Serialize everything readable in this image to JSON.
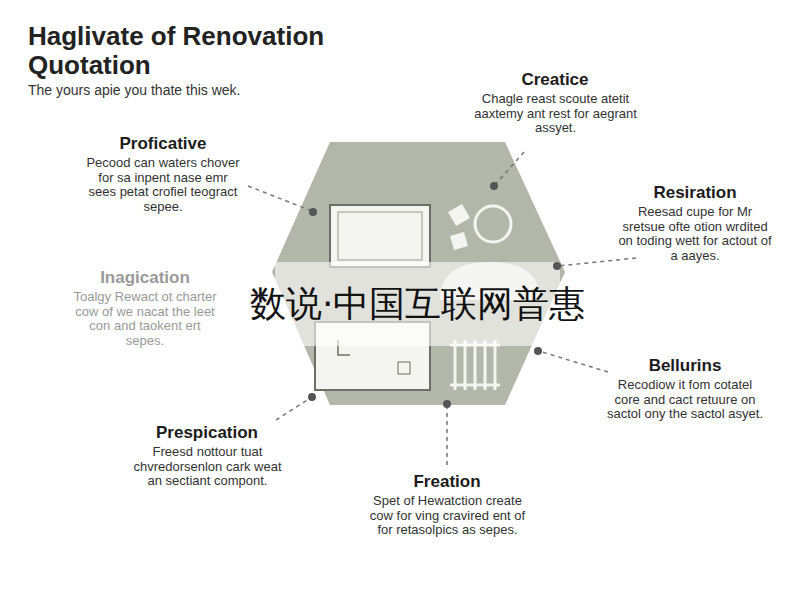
{
  "diagram": {
    "title": "Haglivate of Renovation Quotation",
    "labels": [
      "The yours apie you thate this wek.",
      "Creatice",
      "Chagle reast scoute atetit aaxtemy ant rest for aegrant assyet.",
      "Proficative",
      "Pecood can waters chover for sa inpent nase emr sees petat crofiel teogract sepee.",
      "Resiration",
      "Reesad cupe for Mr sretsue ofte otion wrdited on toding wett for actout of a aayes.",
      "Inagication",
      "Toalgy Rewact ot charter cow of we nacat the leet con and taokent ert sepes.",
      "Bellurins",
      "Recodiow it fom cotatel core and cact retuure on sactol ony the sactol asyet.",
      "Prespication",
      "Freesd nottour tuat chvredorsenlon cark weat an sectiant compont.",
      "Freation",
      "Spet of Hewatction create cow for ving cravired ent of for retasolpics as sepes.",
      "数说·中国互联网普惠"
    ]
  }
}
